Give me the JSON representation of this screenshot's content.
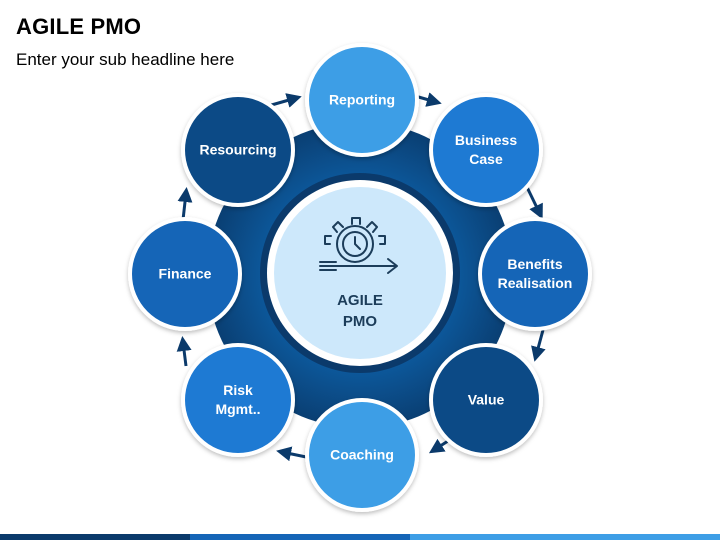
{
  "slide": {
    "title": "AGILE PMO",
    "subtitle": "Enter your sub headline here"
  },
  "center": {
    "label": "AGILE\nPMO",
    "icon": "gear-clock-arrow-icon"
  },
  "nodes": [
    {
      "label": "Reporting",
      "color": "#3d9ee6"
    },
    {
      "label": "Business\nCase",
      "color": "#1e7ad3"
    },
    {
      "label": "Benefits\nRealisation",
      "color": "#1565b7"
    },
    {
      "label": "Value",
      "color": "#0c4a86"
    },
    {
      "label": "Coaching",
      "color": "#3d9ee6"
    },
    {
      "label": "Risk\nMgmt..",
      "color": "#1e7ad3"
    },
    {
      "label": "Finance",
      "color": "#1565b7"
    },
    {
      "label": "Resourcing",
      "color": "#0c4a86"
    }
  ],
  "colors": {
    "outer_ring": "#0d4f8f",
    "center_fill": "#cde8fb",
    "center_border": "#0b3a6b",
    "arrow": "#0b3a6b",
    "bar_colors": [
      "#0b3a6b",
      "#1565b7",
      "#3d9ee6"
    ]
  }
}
